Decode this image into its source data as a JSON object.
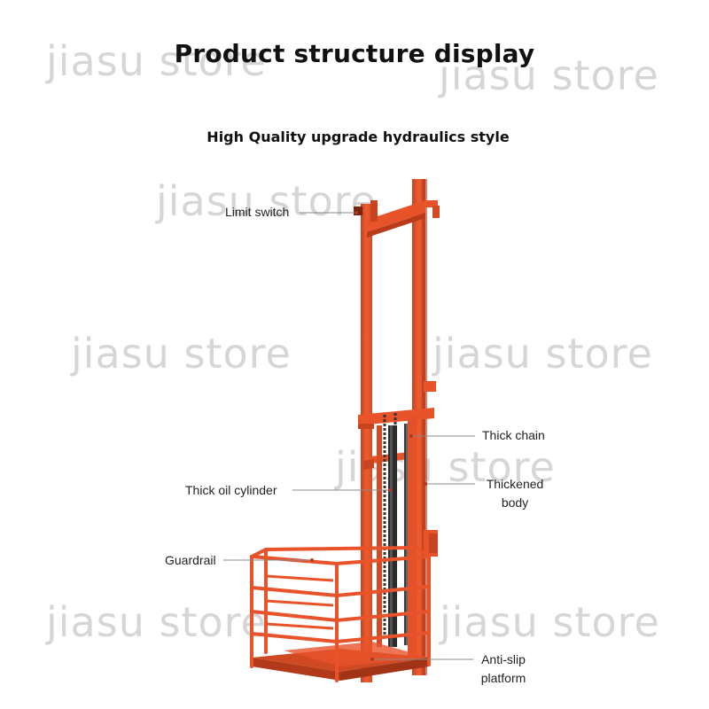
{
  "title": "Product structure display",
  "subtitle": "High Quality upgrade hydraulics style",
  "watermark": "jiasu  store",
  "labels": {
    "limit_switch": "Limit switch",
    "thick_chain": "Thick chain",
    "thick_oil_cylinder": "Thick oil cylinder",
    "thickened_body_1": "Thickened",
    "thickened_body_2": "body",
    "guardrail": "Guardrail",
    "anti_slip_1": "Anti-slip",
    "anti_slip_2": "platform"
  },
  "colors": {
    "frame": "#e8532a",
    "frame_dark": "#c2401d",
    "cylinder": "#2b2b2b",
    "watermark": "#d6d6d6"
  }
}
